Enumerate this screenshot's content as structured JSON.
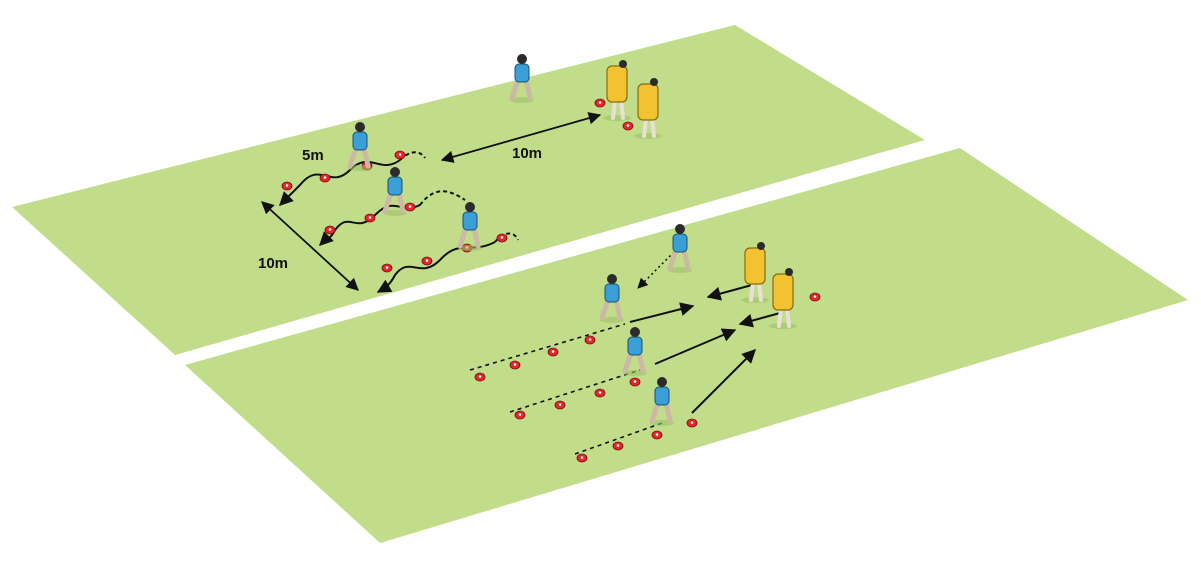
{
  "colors": {
    "pitch": "#c2dd8a",
    "cone": "#e2262a",
    "shirt": "#3a9fd6",
    "shield": "#f2c230",
    "line": "#111111"
  },
  "top_drill": {
    "label_5m": "5m",
    "label_10m_across": "10m",
    "label_10m_depth": "10m"
  }
}
